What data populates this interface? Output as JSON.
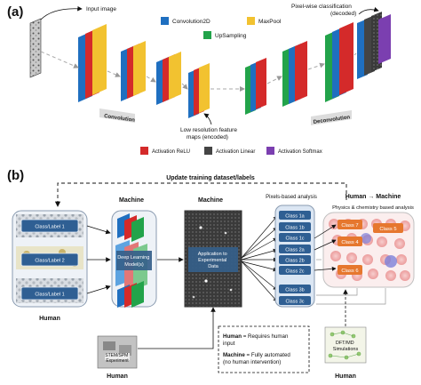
{
  "panel_a": {
    "label": "(a)",
    "input_label": "Input image",
    "output_label": "Pixel-wise classification\n(decoded)",
    "encoder_label": "Convolution",
    "decoder_label": "Deconvolution",
    "bottleneck_label": "Low resolution feature\nmaps (encoded)",
    "legend_top": [
      {
        "label": "Convolution2D",
        "color": "#1f6fc0"
      },
      {
        "label": "MaxPool",
        "color": "#f2c230"
      },
      {
        "label": "UpSampling",
        "color": "#22a34a"
      }
    ],
    "legend_bottom": [
      {
        "label": "Activation ReLU",
        "color": "#d42a2a"
      },
      {
        "label": "Activation Linear",
        "color": "#444444"
      },
      {
        "label": "Activation Softmax",
        "color": "#7b3fb0"
      }
    ]
  },
  "panel_b": {
    "label": "(b)",
    "update_label": "Update training dataset/labels",
    "col_machine1": "Machine",
    "col_machine2": "Machine",
    "pixels_analysis": "Pixels-based analysis",
    "human_to_machine": "Human → Machine",
    "physchem": "Physics & chemistry based analysis",
    "class_labels": [
      "Class/Label 1",
      "Class/Label 2",
      "Class/Label 1"
    ],
    "dl_model": "Deep Learning\nModel(s)",
    "application": "Application to\nExperimental\nData",
    "pixel_classes": [
      "Class 1a",
      "Class 1b",
      "Class 1c",
      "Class 2a",
      "Class 2b",
      "Class 2c",
      "Class 3b",
      "Class 3c"
    ],
    "phys_classes": [
      "Class 7",
      "Class 4",
      "Class 5",
      "Class 6"
    ],
    "human_bottom_left": "Human",
    "stem_label": "STEM/SPM\nExperiment",
    "human_stem": "Human",
    "legend_human_bold": "Human",
    "legend_human_text": " = Requires human\ninput",
    "legend_machine_bold": "Machine",
    "legend_machine_text": " = Fully automated\n(no human intervention)",
    "dft_label": "DFT/MD\nSimulations",
    "human_dft": "Human"
  }
}
